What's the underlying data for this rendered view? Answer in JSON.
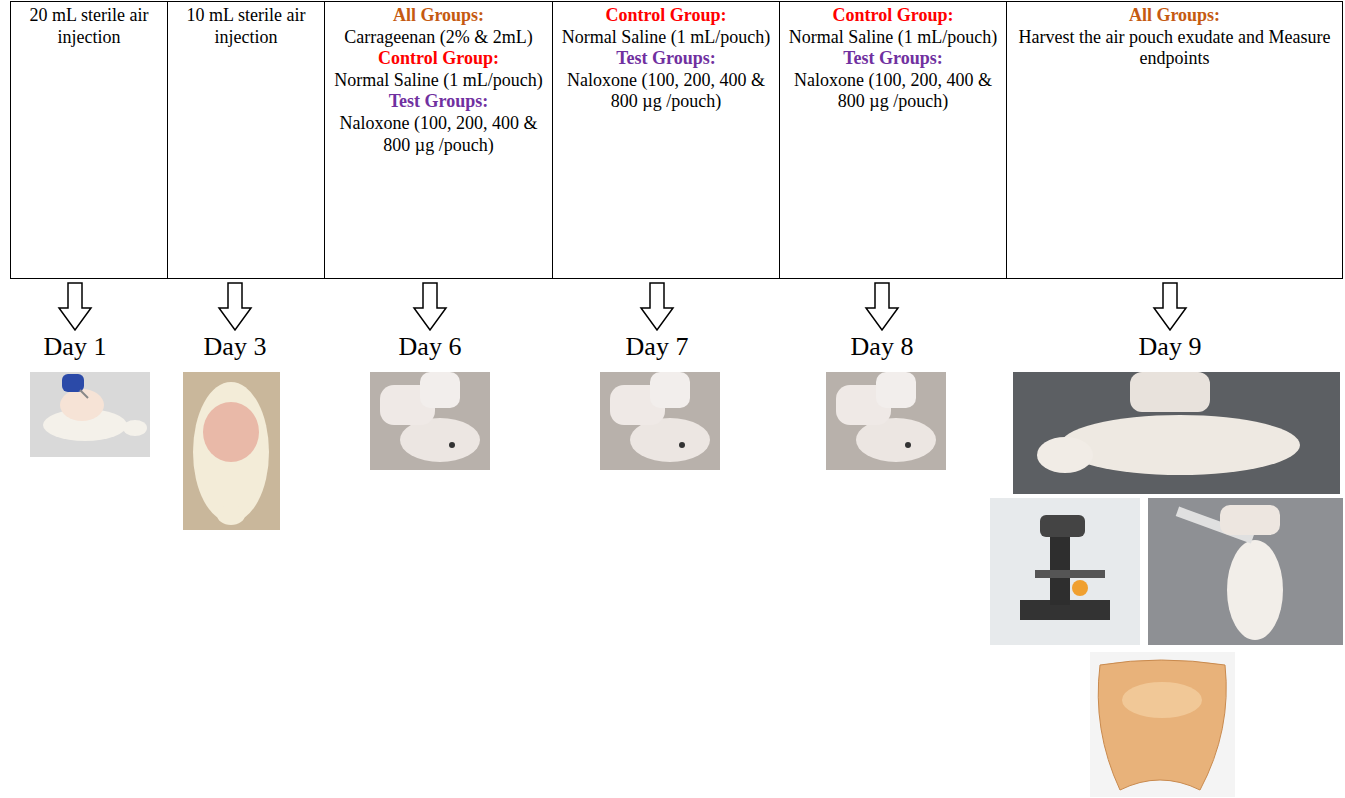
{
  "diagram": {
    "nodes": [
      {
        "text": [
          "20 mL sterile air injection"
        ]
      },
      {
        "text": [
          "10 mL sterile air injection"
        ]
      },
      {
        "text": [
          "All Groups:",
          "Carrageenan (2% & 2mL)",
          "Control Group:",
          "Normal Saline (1 mL/pouch)",
          "Test Groups:",
          "Naloxone (100, 200, 400 & 800 µg /pouch)"
        ]
      },
      {
        "text": [
          "Control Group:",
          "Normal Saline (1 mL/pouch)",
          "Test Groups:",
          "Naloxone (100, 200, 400 & 800 µg /pouch)"
        ]
      },
      {
        "text": [
          "Control Group:",
          "Normal Saline (1 mL/pouch)",
          "Test Groups:",
          "Naloxone (100, 200, 400 & 800 µg /pouch)"
        ]
      },
      {
        "text": [
          "All Groups:",
          "Harvest the air pouch exudate and Measure endpoints"
        ]
      }
    ],
    "labels": [
      "Day 1",
      "Day 3",
      "Day 6",
      "Day 7",
      "Day 8",
      "Day 9"
    ]
  }
}
